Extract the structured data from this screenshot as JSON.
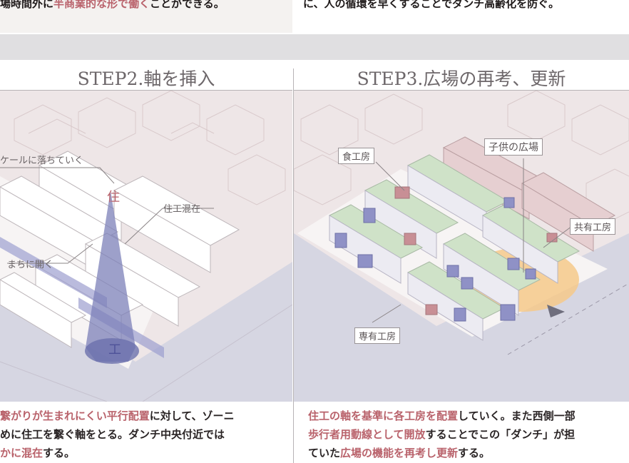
{
  "top": {
    "left_line": "場時間外に半商業的な形で働くことができる。",
    "left_highlight": "半商業的な形で働く",
    "right_line": "に、人の循環を早くすることでダンチ高齢化を防ぐ。"
  },
  "step2": {
    "title": "STEP2.軸を挿入",
    "labels": {
      "scale": "ケールに落ちていく",
      "mixed": "住工混在",
      "open": "まちに開く",
      "ju": "住",
      "kou": "工"
    },
    "caption": {
      "line1_a": "繋がりが生まれにくい平行配置",
      "line1_b": "に対して、ゾーニ",
      "line2": "めに住工を繋ぐ軸をとる。ダンチ中央付近では",
      "line3_a": "かに混在",
      "line3_b": "する。"
    }
  },
  "step3": {
    "title": "STEP3.広場の再考、更新",
    "labels": {
      "food": "食工房",
      "kids": "子供の広場",
      "shared": "共有工房",
      "private": "専有工房"
    },
    "caption": {
      "line1_a": "住工の軸を基準に各工房を配置",
      "line1_b": "していく。また西側一部",
      "line2_a": "歩行者用動線として開放",
      "line2_b": "することでこの「ダンチ」が担",
      "line3_a": "ていた",
      "line3_b": "広場の機能を再考し更新",
      "line3_c": "する。"
    }
  },
  "colors": {
    "accent": "#b9626b",
    "panel_bg": "#eee6e7",
    "axis": "#8c8fc0",
    "plaza": "#f6c98a"
  }
}
